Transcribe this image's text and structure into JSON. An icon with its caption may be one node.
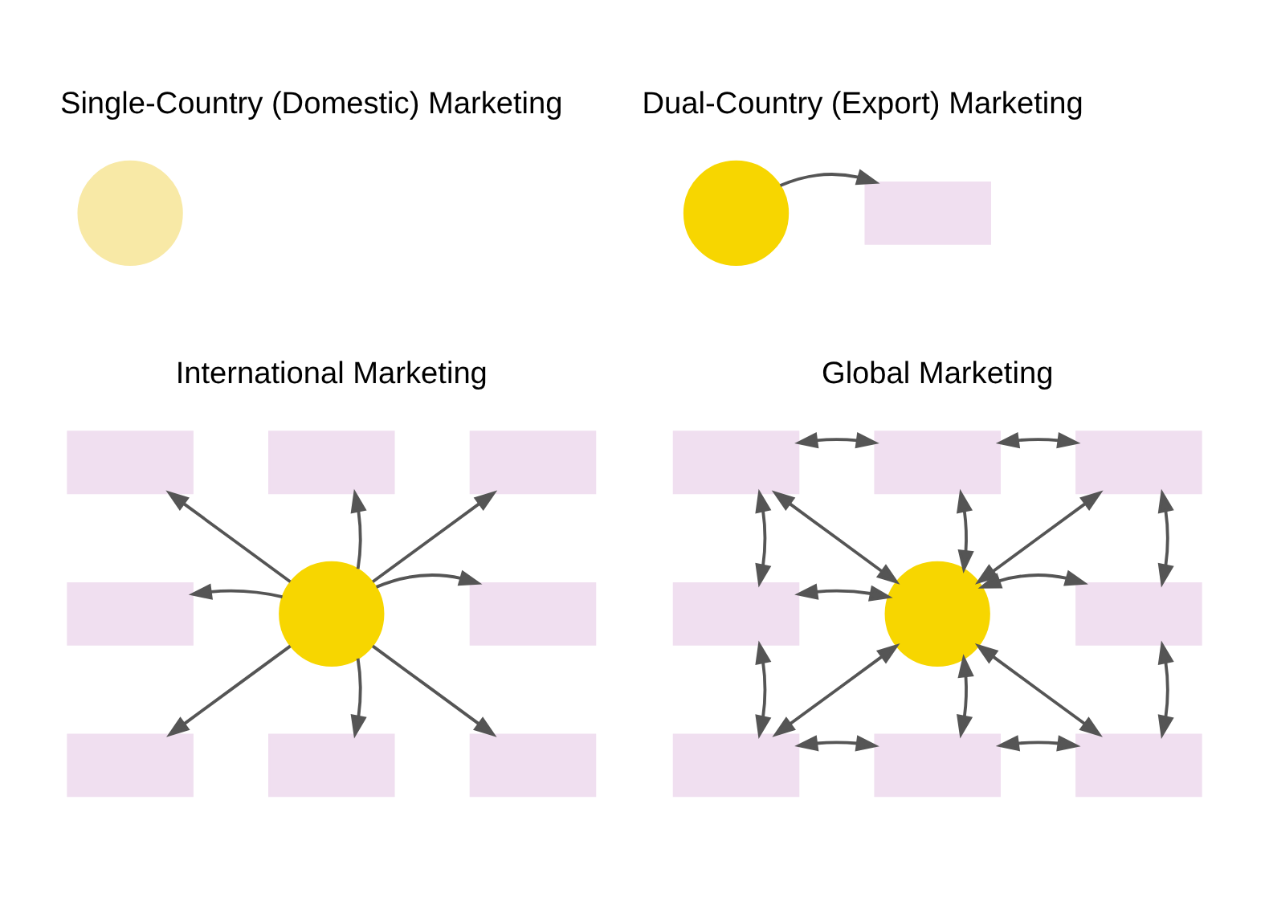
{
  "diagram": {
    "nodes": [
      {
        "text": [],
        "shape": "circle"
      },
      {
        "text": [],
        "shape": "circle"
      },
      {
        "text": [],
        "shape": "box"
      },
      {
        "text": [],
        "shape": "circle"
      },
      {
        "text": [],
        "shape": "box"
      },
      {
        "text": [],
        "shape": "box"
      },
      {
        "text": [],
        "shape": "box"
      },
      {
        "text": [],
        "shape": "box"
      },
      {
        "text": [],
        "shape": "box"
      },
      {
        "text": [],
        "shape": "box"
      },
      {
        "text": [],
        "shape": "box"
      },
      {
        "text": [],
        "shape": "box"
      },
      {
        "text": [],
        "shape": "circle"
      },
      {
        "text": [],
        "shape": "box"
      },
      {
        "text": [],
        "shape": "box"
      },
      {
        "text": [],
        "shape": "box"
      },
      {
        "text": [],
        "shape": "box"
      },
      {
        "text": [],
        "shape": "box"
      },
      {
        "text": [],
        "shape": "box"
      },
      {
        "text": [],
        "shape": "box"
      },
      {
        "text": [],
        "shape": "box"
      }
    ],
    "edges": [
      {
        "from": 1,
        "to": 2,
        "arrow": "to"
      },
      {
        "from": 3,
        "to": 4,
        "arrow": "to"
      },
      {
        "from": 3,
        "to": 5,
        "arrow": "to"
      },
      {
        "from": 3,
        "to": 6,
        "arrow": "to"
      },
      {
        "from": 3,
        "to": 7,
        "arrow": "to"
      },
      {
        "from": 3,
        "to": 8,
        "arrow": "to"
      },
      {
        "from": 3,
        "to": 9,
        "arrow": "to"
      },
      {
        "from": 3,
        "to": 10,
        "arrow": "to"
      },
      {
        "from": 3,
        "to": 11,
        "arrow": "to"
      },
      {
        "from": 12,
        "to": 13,
        "arrow": "both"
      },
      {
        "from": 12,
        "to": 14,
        "arrow": "both"
      },
      {
        "from": 12,
        "to": 15,
        "arrow": "both"
      },
      {
        "from": 12,
        "to": 16,
        "arrow": "both"
      },
      {
        "from": 12,
        "to": 17,
        "arrow": "both"
      },
      {
        "from": 12,
        "to": 18,
        "arrow": "both"
      },
      {
        "from": 12,
        "to": 19,
        "arrow": "both"
      },
      {
        "from": 12,
        "to": 20,
        "arrow": "both"
      },
      {
        "from": 13,
        "to": 14,
        "arrow": "both"
      },
      {
        "from": 14,
        "to": 15,
        "arrow": "both"
      },
      {
        "from": 15,
        "to": 16,
        "arrow": "both"
      },
      {
        "from": 16,
        "to": 17,
        "arrow": "both"
      },
      {
        "from": 17,
        "to": 18,
        "arrow": "both"
      },
      {
        "from": 18,
        "to": 19,
        "arrow": "both"
      },
      {
        "from": 19,
        "to": 20,
        "arrow": "both"
      },
      {
        "from": 20,
        "to": 13,
        "arrow": "both"
      }
    ],
    "labels": [
      "Single-Country (Domestic) Marketing",
      "Dual-Country (Export) Marketing",
      "International Marketing",
      "Global Marketing"
    ]
  }
}
